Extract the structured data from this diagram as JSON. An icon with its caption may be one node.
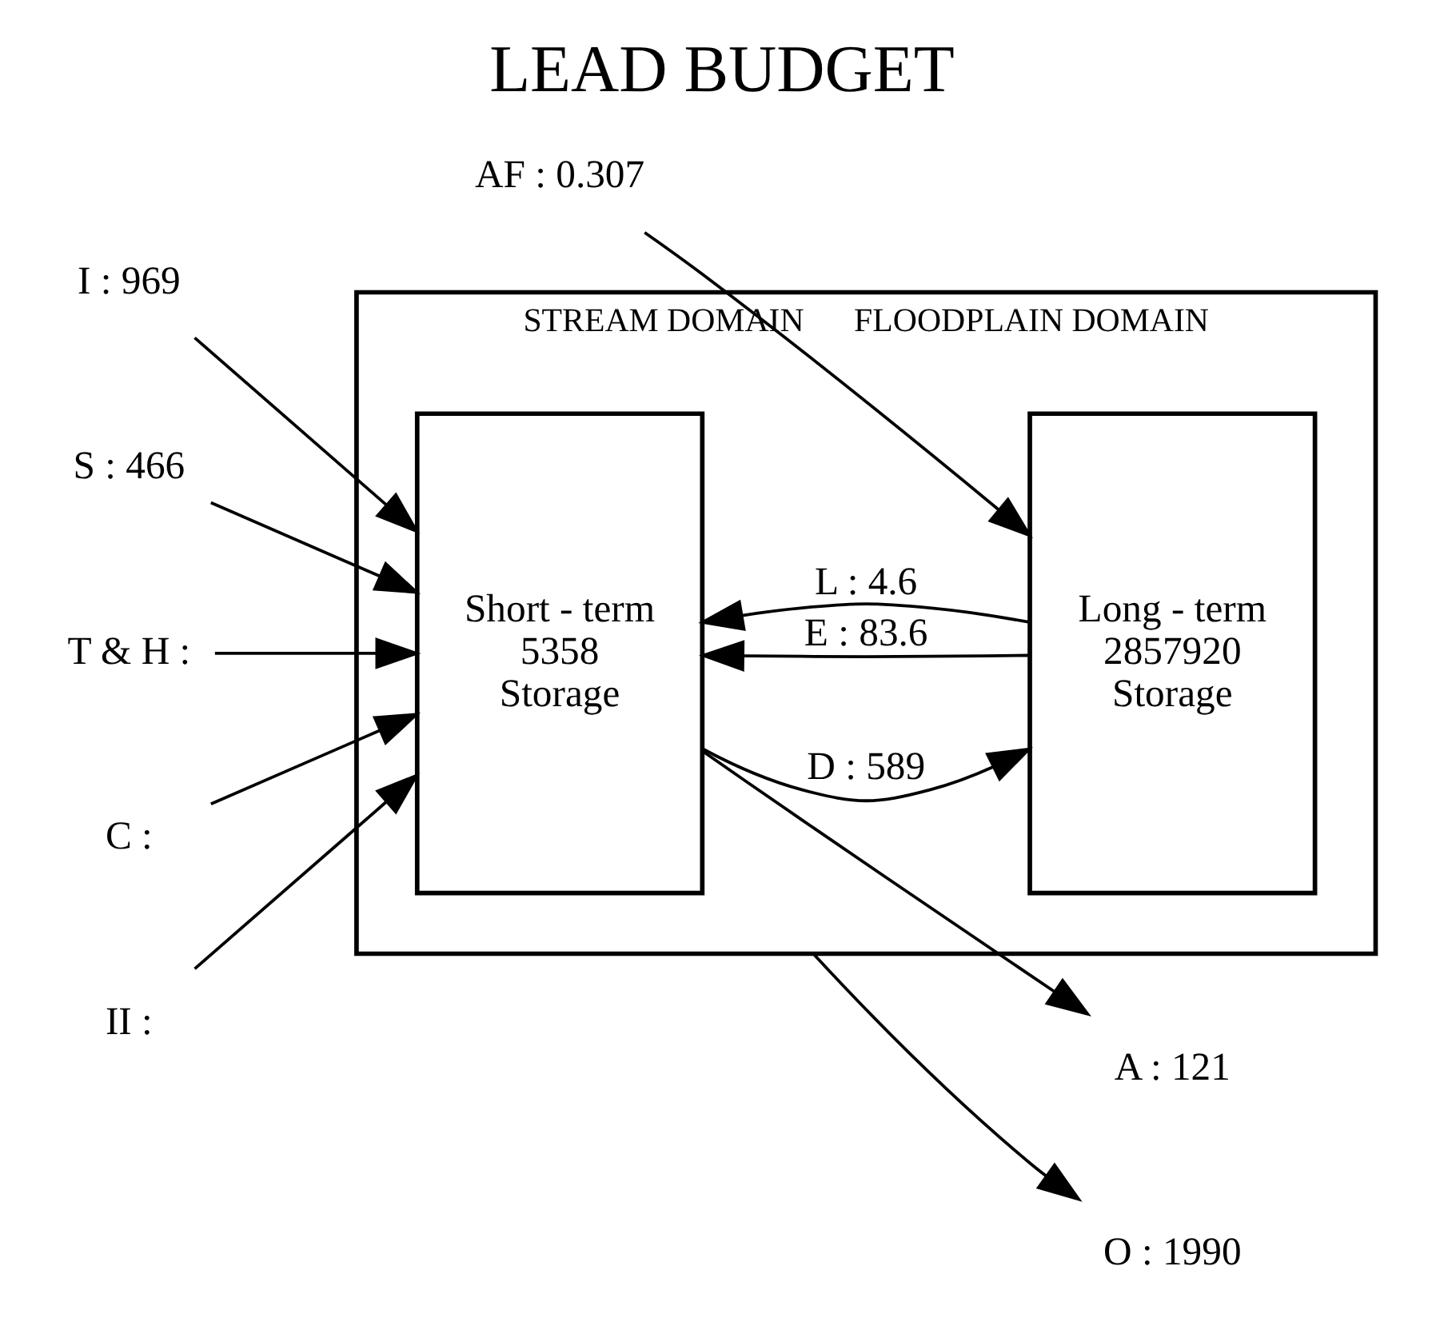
{
  "diagram": {
    "title": "LEAD BUDGET",
    "nodes": [
      {
        "text": [
          "STREAM DOMAIN",
          "FLOODPLAIN DOMAIN"
        ]
      },
      {
        "text": [
          "Short - term",
          "5358",
          "Storage"
        ],
        "in": 0
      },
      {
        "text": [
          "Long - term",
          "2857920",
          "Storage"
        ],
        "in": 0
      },
      {
        "text": [
          "I : 969"
        ]
      },
      {
        "text": [
          "S : 466"
        ]
      },
      {
        "text": [
          "A : 121"
        ]
      },
      {
        "text": [
          "T & H :"
        ]
      },
      {
        "text": [
          "C :"
        ]
      },
      {
        "text": [
          "II :"
        ]
      },
      {
        "text": [
          "AF : 0.307"
        ]
      },
      {
        "text": [
          "O : 1990"
        ]
      }
    ],
    "edges": [
      {
        "from": 3,
        "to": 1,
        "arrow": "to"
      },
      {
        "from": 4,
        "to": 1,
        "arrow": "to"
      },
      {
        "from": 1,
        "to": 5,
        "arrow": "to"
      },
      {
        "from": 6,
        "to": 1,
        "arrow": "to"
      },
      {
        "from": 7,
        "to": 1,
        "arrow": "to"
      },
      {
        "from": 8,
        "to": 1,
        "arrow": "to"
      },
      {
        "from": 1,
        "to": 2,
        "arrow": "to",
        "label": "D : 589"
      },
      {
        "from": 2,
        "to": 1,
        "arrow": "to",
        "label": "E : 83.6"
      },
      {
        "from": 2,
        "to": 1,
        "arrow": "to",
        "label": "L : 4.6"
      },
      {
        "from": 9,
        "to": 2,
        "arrow": "to"
      },
      {
        "from": 0,
        "to": 10,
        "arrow": "to"
      }
    ]
  }
}
